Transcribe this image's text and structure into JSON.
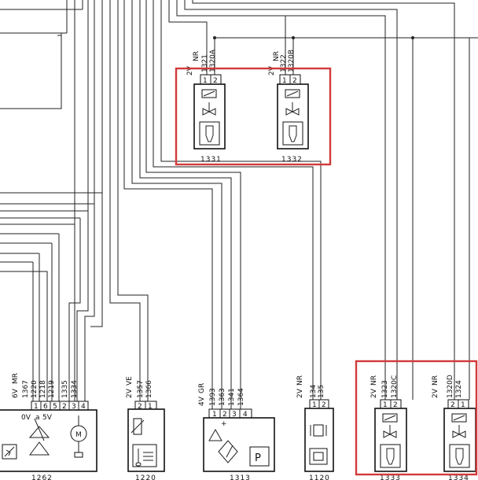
{
  "colors": {
    "wire": "#222222",
    "highlight": "#d23a3a"
  },
  "connectors": {
    "c1331": {
      "type": "2V",
      "color": "NR",
      "wire1": "1321",
      "wire2": "1320A",
      "pins": [
        "1",
        "2"
      ],
      "id": "1331"
    },
    "c1332": {
      "type": "2V",
      "color": "NR",
      "wire1": "1322",
      "wire2": "1320B",
      "pins": [
        "1",
        "2"
      ],
      "id": "1332"
    },
    "c1262": {
      "type": "6V",
      "color": "MR",
      "wires": [
        "1367",
        "1220",
        "1218",
        "1219",
        "1335",
        "1334"
      ],
      "pins": [
        "1",
        "6",
        "5",
        "2",
        "3",
        "4"
      ],
      "marks": [
        "0V",
        "a",
        "5V"
      ],
      "motor": "M",
      "id": "1262"
    },
    "c1220": {
      "type": "2V",
      "color": "VE",
      "wires": [
        "1357",
        "1366"
      ],
      "pins": [
        "2",
        "1"
      ],
      "id": "1220"
    },
    "c1313": {
      "type": "4V",
      "color": "GR",
      "wires": [
        "1393",
        "1363",
        "1341",
        "1364"
      ],
      "pins": [
        "1",
        "2",
        "3",
        "4"
      ],
      "p_label": "P",
      "id": "1313"
    },
    "c1120": {
      "type": "2V",
      "color": "NR",
      "wires": [
        "134",
        "135"
      ],
      "pins": [
        "1",
        "2"
      ],
      "id": "1120"
    },
    "c1333": {
      "type": "2V",
      "color": "NR",
      "wire1": "1323",
      "wire2": "1320C",
      "pins": [
        "1",
        "2"
      ],
      "id": "1333"
    },
    "c1334": {
      "type": "2V",
      "color": "NR",
      "wire1": "1320D",
      "wire2": "1324",
      "pins": [
        "2",
        "1"
      ],
      "id": "1334"
    }
  }
}
